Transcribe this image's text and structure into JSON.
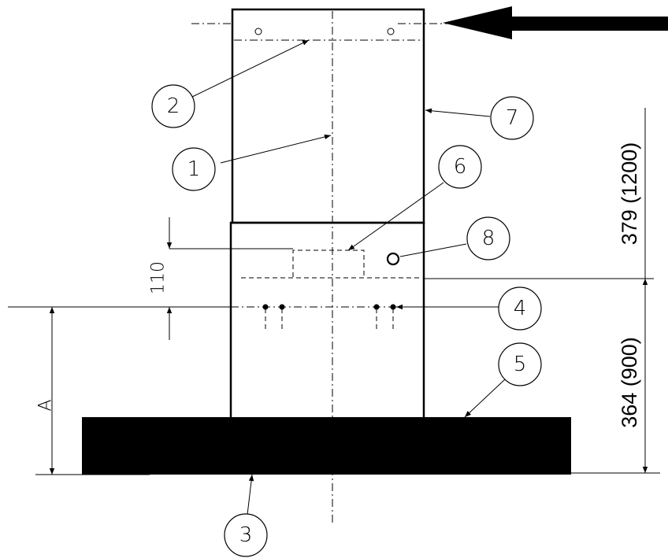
{
  "callouts": {
    "c1": "1",
    "c2": "2",
    "c3": "3",
    "c4": "4",
    "c5": "5",
    "c6": "6",
    "c7": "7",
    "c8": "8"
  },
  "dimensions": {
    "upper": "379 (1200)",
    "lower": "364 (900)",
    "small": "110",
    "left": "A"
  }
}
